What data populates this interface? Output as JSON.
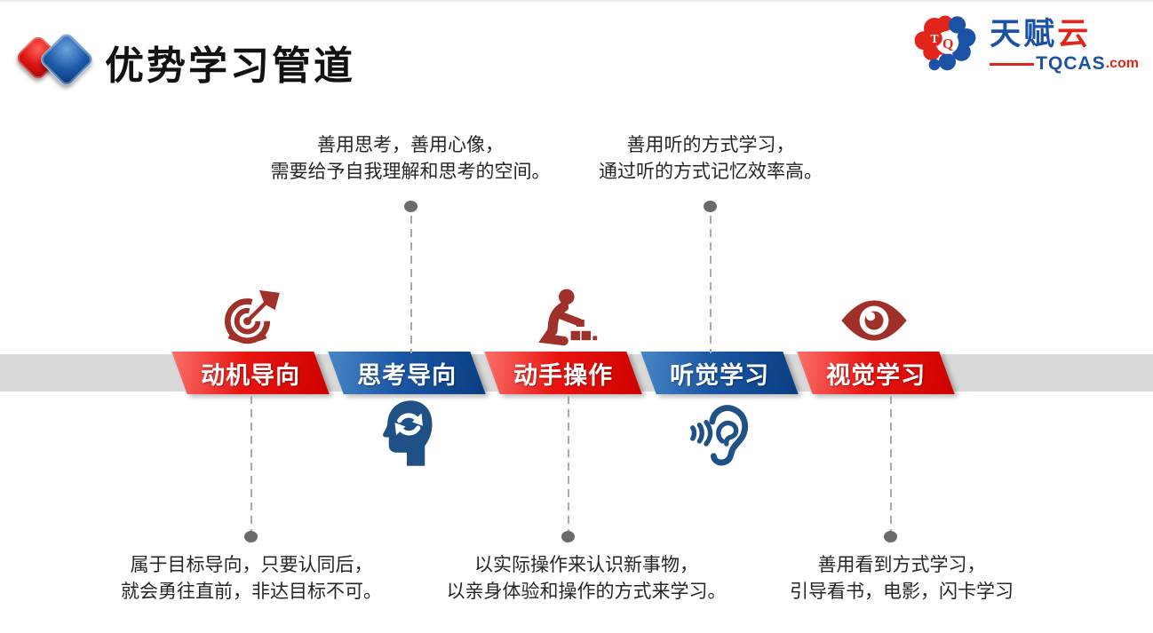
{
  "header": {
    "title": "优势学习管道",
    "logo": {
      "brand_blue": "天赋",
      "brand_red": "云",
      "site_name": "TQCAS",
      "site_tld": ".com",
      "letter_t": "T",
      "letter_q": "Q"
    }
  },
  "colors": {
    "banner_red": "#e01510",
    "banner_blue": "#14519d",
    "icon_red": "#a0302a",
    "icon_blue": "#1f5086",
    "band_gray": "#d9d9d9",
    "brand_red": "#e1251b",
    "brand_blue": "#1b52a4",
    "connector_gray": "#a9a9a9",
    "dot_gray": "#6b6b6b"
  },
  "pipeline": {
    "items": [
      {
        "label": "动机导向",
        "theme": "red",
        "icon": "target-arrow-icon",
        "icon_position": "above-band",
        "desc_position": "below-band",
        "desc_lines": [
          "属于目标导向，只要认同后，",
          "就会勇往直前，非达目标不可。"
        ]
      },
      {
        "label": "思考导向",
        "theme": "blue",
        "icon": "head-refresh-icon",
        "icon_position": "below-band",
        "desc_position": "above-band",
        "desc_lines": [
          "善用思考，善用心像，",
          "需要给予自我理解和思考的空间。"
        ]
      },
      {
        "label": "动手操作",
        "theme": "red",
        "icon": "kneeling-builder-icon",
        "icon_position": "above-band",
        "desc_position": "below-band",
        "desc_lines": [
          "以实际操作来认识新事物，",
          "以亲身体验和操作的方式来学习。"
        ]
      },
      {
        "label": "听觉学习",
        "theme": "blue",
        "icon": "ear-sound-waves-icon",
        "icon_position": "below-band",
        "desc_position": "above-band",
        "desc_lines": [
          "善用听的方式学习，",
          "通过听的方式记忆效率高。"
        ]
      },
      {
        "label": "视觉学习",
        "theme": "red",
        "icon": "eye-icon",
        "icon_position": "above-band",
        "desc_position": "below-band",
        "desc_lines": [
          "善用看到方式学习，",
          "引导看书，电影，闪卡学习"
        ]
      }
    ]
  }
}
